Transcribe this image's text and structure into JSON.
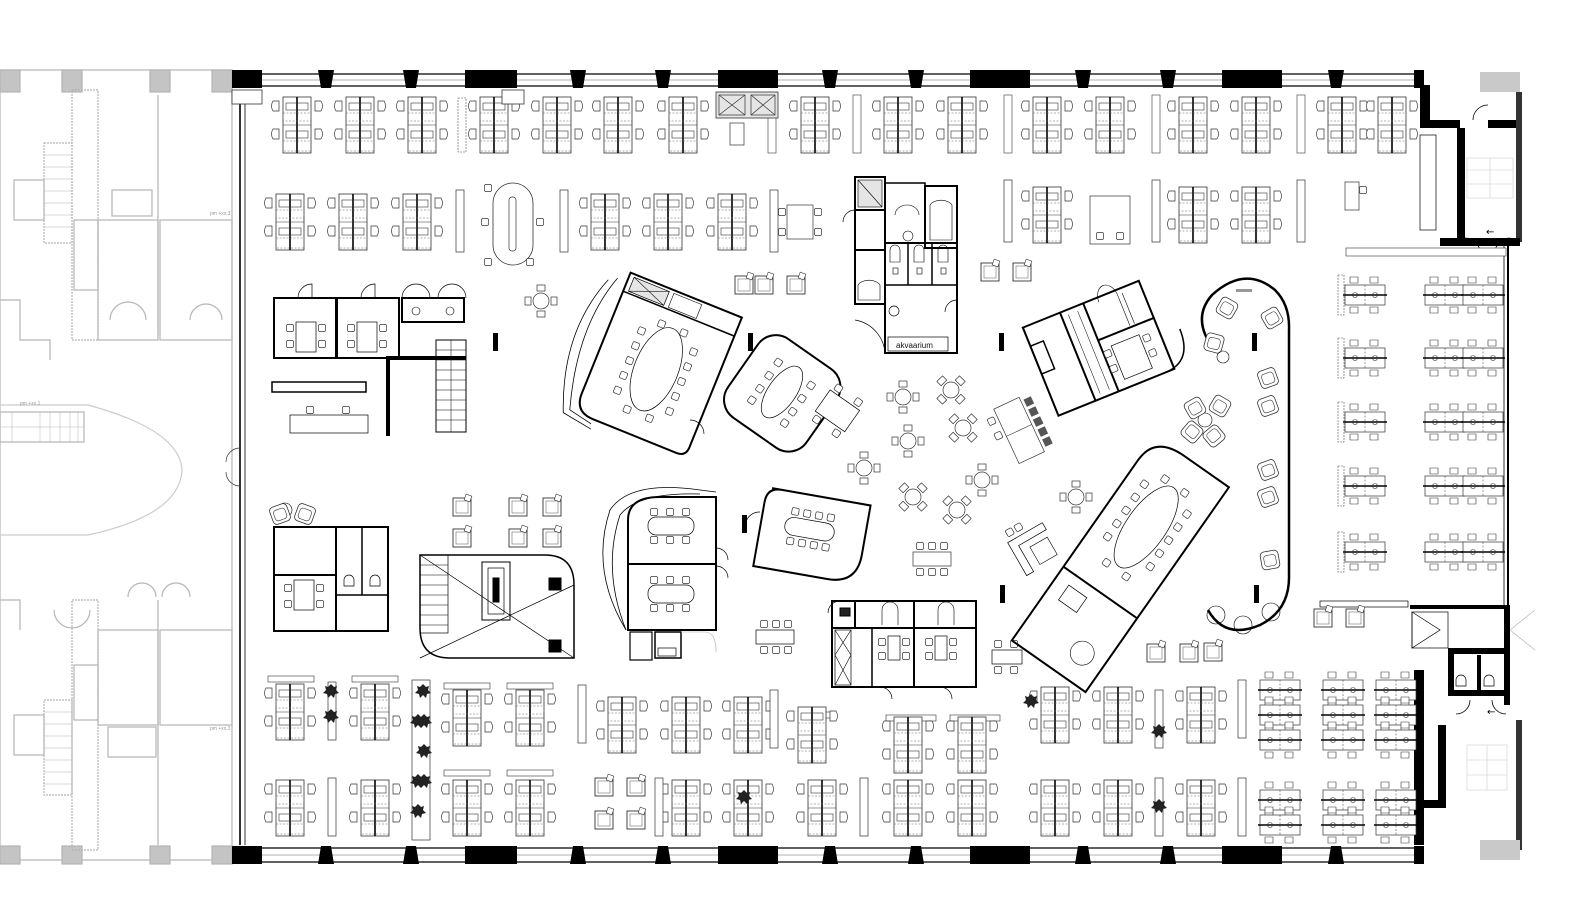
{
  "drawing": {
    "type": "office floor plan",
    "colors": {
      "ink": "#111111",
      "wall": "#000000",
      "adjacent_building": "#b5b5b5",
      "background": "#ffffff"
    }
  },
  "labels": {
    "aquarium": "akvaarium",
    "elevation_left_top": "pm +xx.3",
    "elevation_left_bottom": "pm +xx.3",
    "oval_area_label": "pm +xx.1"
  },
  "rooms": [
    {
      "id": "meeting-room-large-north",
      "type": "meeting room",
      "seats": 14
    },
    {
      "id": "meeting-room-center-north",
      "type": "meeting room",
      "seats": 8
    },
    {
      "id": "meeting-room-large-east",
      "type": "meeting room",
      "seats": 16
    },
    {
      "id": "meeting-room-center-south",
      "type": "meeting room",
      "seats": 8
    },
    {
      "id": "meeting-room-pair-west-a",
      "type": "meeting room",
      "seats": 6
    },
    {
      "id": "meeting-room-pair-west-b",
      "type": "meeting room",
      "seats": 6
    },
    {
      "id": "phone-room-a",
      "type": "small meeting room",
      "seats": 4
    },
    {
      "id": "phone-room-b",
      "type": "small meeting room",
      "seats": 4
    },
    {
      "id": "phone-room-c",
      "type": "small meeting room",
      "seats": 4
    },
    {
      "id": "phone-room-d",
      "type": "small meeting room",
      "seats": 4
    },
    {
      "id": "phone-room-e",
      "type": "small meeting room",
      "seats": 4
    },
    {
      "id": "wc-core-north",
      "type": "restrooms",
      "label": "akvaarium"
    },
    {
      "id": "wc-core-west",
      "type": "restrooms"
    },
    {
      "id": "wc-core-southwest",
      "type": "restrooms"
    },
    {
      "id": "wc-core-east",
      "type": "restrooms"
    },
    {
      "id": "stair-north-east",
      "type": "stairwell"
    },
    {
      "id": "stair-south-east",
      "type": "stairwell"
    },
    {
      "id": "atrium-stair",
      "type": "open staircase"
    },
    {
      "id": "lounge-curved",
      "type": "lounge"
    },
    {
      "id": "cafe-area",
      "type": "cafe tables",
      "tables": 9
    }
  ],
  "desk_clusters": {
    "north_row_1_x": [
      297,
      360,
      422,
      494,
      557,
      618,
      683,
      815,
      898,
      962,
      1047,
      1110,
      1193,
      1256,
      1342
    ],
    "north_row_2_x": [
      290,
      353,
      417,
      605,
      668,
      732,
      1047,
      1193,
      1256
    ],
    "south_row_1_x": [
      290,
      375,
      467,
      530,
      622,
      686,
      748,
      1055,
      1118,
      1201
    ],
    "south_row_2_x": [
      290,
      375,
      467,
      530,
      686,
      748,
      822,
      908,
      972,
      1055,
      1118,
      1201
    ],
    "east_block_rows_y": [
      295,
      358,
      422,
      486,
      552
    ]
  }
}
